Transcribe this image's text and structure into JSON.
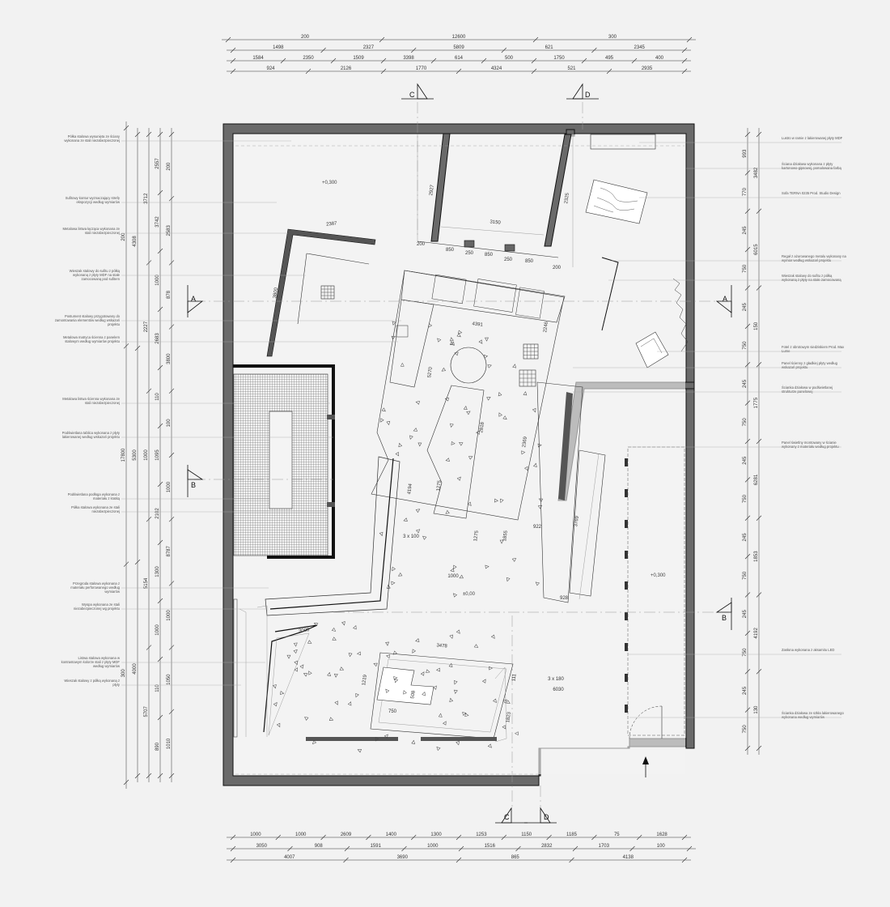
{
  "dims_top": {
    "overall": [
      "200",
      "12600",
      "300"
    ],
    "row1": [
      "1498",
      "2327",
      "5809",
      "621",
      "2345"
    ],
    "row2": [
      "1584",
      "2350",
      "1509",
      "3398",
      "614",
      "500",
      "1750",
      "495",
      "400"
    ],
    "row3": [
      "924",
      "2126",
      "1770",
      "4324",
      "521",
      "2935"
    ]
  },
  "dims_bottom": {
    "row1": [
      "1000",
      "1000",
      "2609",
      "1400",
      "1300",
      "1253",
      "1150",
      "1185",
      "75",
      "1628"
    ],
    "row2": [
      "3050",
      "908",
      "1591",
      "1000",
      "1516",
      "2832",
      "1703",
      "100"
    ],
    "row3": [
      "4007",
      "3690",
      "865",
      "4138"
    ]
  },
  "dims_left": {
    "outer": [
      "200",
      "17800",
      "300"
    ],
    "col_a": [
      "4308",
      "5300",
      "4000"
    ],
    "col_b": [
      "3712",
      "2227",
      "1000",
      "5154",
      "5707"
    ],
    "col_c": [
      "2557",
      "3742",
      "1000",
      "2683",
      "110",
      "1095",
      "2102",
      "1300",
      "1000",
      "110",
      "890"
    ],
    "col_d": [
      "200",
      "2583",
      "878",
      "3800",
      "100",
      "1000",
      "8787",
      "1000",
      "1050",
      "1010"
    ]
  },
  "dims_right": {
    "outer": [
      "3482",
      "6015",
      "150",
      "1775",
      "6281",
      "1853",
      "4192",
      "130"
    ],
    "inner": [
      "993",
      "770",
      "245",
      "750",
      "245",
      "750",
      "245",
      "750",
      "245",
      "750",
      "245",
      "750",
      "245",
      "750",
      "245",
      "750"
    ]
  },
  "interior_dims": [
    "2387",
    "3150",
    "2927",
    "2325",
    "200",
    "850",
    "250",
    "850",
    "250",
    "850",
    "200",
    "3800",
    "4391",
    "2246",
    "5270",
    "2818",
    "1275",
    "2369",
    "4194",
    "3 x 100",
    "1275",
    "1855",
    "922",
    "3769",
    "1000",
    "928",
    "3008",
    "3478",
    "1219",
    "750",
    "3 x 180",
    "6030",
    "1823",
    "111",
    "508"
  ],
  "section_marks": {
    "c": "C",
    "d": "D",
    "a": "A",
    "b": "B"
  },
  "floor_levels": [
    "+0,300",
    "±0,00",
    "+0,300"
  ],
  "left_notes": [
    "Półka stalowa wysunięta ze ściany wykonana ze stali niezabezpieczonej",
    "Sufitowy kontur wyznaczający strefę ekspozycji według wymiarów",
    "Metalowa listwa łącząca wykonana ze stali niezabezpieczonej",
    "Wieszak stalowy do sufitu z półką wykonaną z płyty MDF na stałe zamocowaną pod sufitem",
    "Postument stalowy przygotowany do zamontowania elementów według wskazań projektu",
    "Metalowa matryca ścienna z panelem stalowym według wymiarów projektu",
    "Metalowa listwa ścienna wykonana ze stali niezabezpieczonej",
    "Podświetlana tablica wykonana z płyty lakierowanej według wskazań projektu",
    "Podświetlana podłoga wykonana z materiału z kratką",
    "Półka stalowa wykonana ze stali niezabezpieczonej",
    "Przegroda stalowa wykonana z materiału perforowanego według wymiarów",
    "Wyspa wykonana ze stali niezabezpieczonej wg projektu",
    "Listwa stalowa wykonana w kontrastowym kolorze stali z płyty MDF według wymiarów",
    "Wieszak stalowy z półką wykonaną z płyty"
  ],
  "right_notes": [
    "Lustro w ramie z lakierowanej płyty MDF",
    "Ściana działowa wykonana z płyty kartonowo-gipsowej, pomalowana farbą",
    "Sofa TERNA 0235 Prod. Studio Design",
    "Regał z ażurowanego metalu wykonany na wymiar według wskazań projektu",
    "Wieszak stalowy do sufitu z półką wykonaną z płyty na stałe zamocowaną",
    "Fotel z obrotowym siedziskiem Prod. Max Lume",
    "Panel ścienny z gładkiej płyty według wskazań projektu",
    "Ścianka działowa w podświetlanej strukturze panelowej",
    "Panel świetlny montowany w ścianie wykonany z materiału według projektu",
    "Zasłona wykonana z aksamitu LED",
    "Ścianka działowa ze szkła lakierowanego wykonana według wymiarów"
  ]
}
